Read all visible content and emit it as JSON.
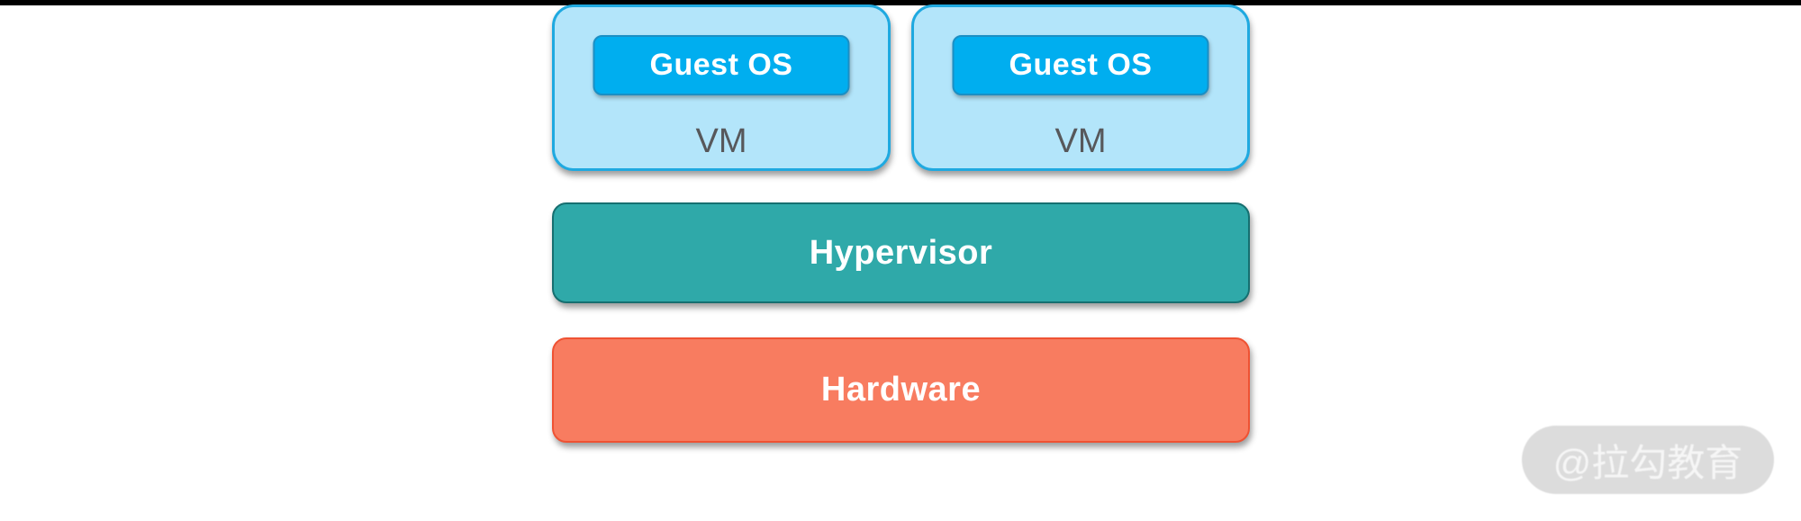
{
  "page": {
    "background": "#FFFFFF",
    "top_bar_color": "#000000"
  },
  "diagram": {
    "vms": [
      {
        "guest_label": "Guest OS",
        "label": "VM"
      },
      {
        "guest_label": "Guest OS",
        "label": "VM"
      }
    ],
    "hypervisor": {
      "label": "Hypervisor"
    },
    "hardware": {
      "label": "Hardware"
    },
    "colors": {
      "vm_fill": "#B3E5FA",
      "vm_border": "#1FA9E0",
      "guest_fill": "#00AEEF",
      "guest_border": "#1B8FC4",
      "guest_text": "#FFFFFF",
      "vm_label_text": "#57585B",
      "hypervisor_fill": "#2FA9A9",
      "hypervisor_border": "#166F70",
      "hardware_fill": "#F87C60",
      "hardware_border": "#EF5233",
      "layer_text": "#FFFFFF"
    }
  },
  "watermark": {
    "text": "@拉勾教育",
    "pill_color": "#DCDCDC",
    "text_color": "#F6F6F6"
  }
}
